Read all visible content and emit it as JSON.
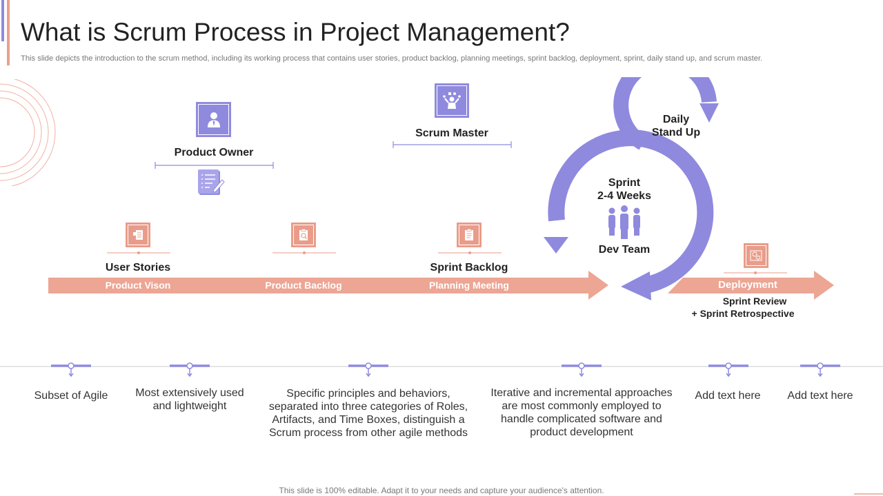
{
  "header": {
    "title": "What is Scrum Process in Project Management?",
    "subtitle": "This slide depicts the introduction to the scrum method, including its working process that contains user stories, product backlog, planning meetings, sprint backlog, deployment, sprint, daily stand up, and scrum master."
  },
  "roles": {
    "product_owner": "Product Owner",
    "scrum_master": "Scrum Master"
  },
  "stages": {
    "user_stories": "User Stories",
    "sprint_backlog": "Sprint Backlog"
  },
  "arrow": {
    "product_vision": "Product Vison",
    "product_backlog": "Product Backlog",
    "planning_meeting": "Planning Meeting",
    "deployment": "Deployment"
  },
  "cycle": {
    "daily_line1": "Daily",
    "daily_line2": "Stand Up",
    "sprint_line1": "Sprint",
    "sprint_line2": "2-4 Weeks",
    "dev_team": "Dev Team"
  },
  "review": {
    "line1": "Sprint Review",
    "line2": "+ Sprint Retrospective"
  },
  "points": [
    {
      "text": "Subset of Agile"
    },
    {
      "text": "Most extensively used and lightweight"
    },
    {
      "text": "Specific principles and behaviors, separated into three categories of Roles, Artifacts, and Time Boxes, distinguish a Scrum process from other agile methods"
    },
    {
      "text": "Iterative and incremental approaches are most commonly employed to handle complicated software and product development"
    },
    {
      "text": "Add text here"
    },
    {
      "text": "Add text here"
    }
  ],
  "footer": "This slide is 100% editable. Adapt it to your needs and capture your audience's attention.",
  "colors": {
    "purple": "#8f8ade",
    "salmon": "#ea9c8a",
    "arrow": "#eda594"
  },
  "icons": [
    "presenter-icon",
    "meeting-icon",
    "checklist-icon",
    "user-stories-icon",
    "backlog-icon",
    "sprint-backlog-icon",
    "deployment-gears-icon",
    "team-icon"
  ]
}
